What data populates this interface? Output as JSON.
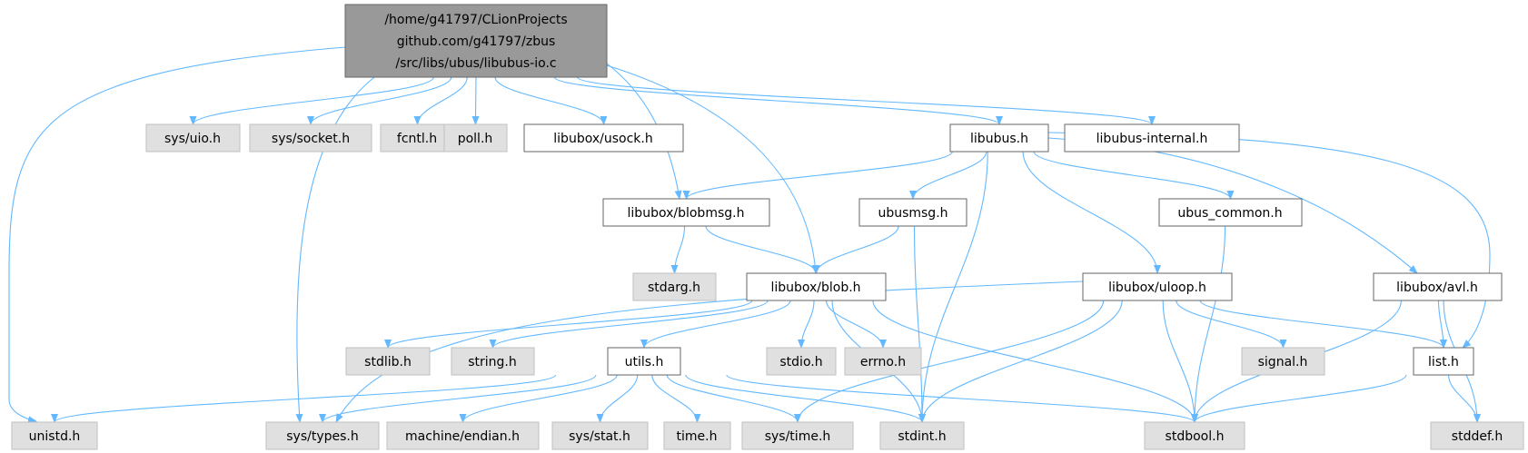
{
  "diagram": {
    "root": {
      "id": "root",
      "lines": [
        "/home/g41797/CLionProjects",
        "github.com/g41797/zbus",
        "/src/libs/ubus/libubus-io.c"
      ]
    },
    "nodes": [
      {
        "id": "sys_uio",
        "label": "sys/uio.h",
        "kind": "system"
      },
      {
        "id": "sys_socket",
        "label": "sys/socket.h",
        "kind": "system"
      },
      {
        "id": "fcntl",
        "label": "fcntl.h",
        "kind": "system"
      },
      {
        "id": "poll",
        "label": "poll.h",
        "kind": "system"
      },
      {
        "id": "usock",
        "label": "libubox/usock.h",
        "kind": "header"
      },
      {
        "id": "libubus",
        "label": "libubus.h",
        "kind": "header"
      },
      {
        "id": "libubus_internal",
        "label": "libubus-internal.h",
        "kind": "header"
      },
      {
        "id": "blobmsg",
        "label": "libubox/blobmsg.h",
        "kind": "header"
      },
      {
        "id": "ubusmsg",
        "label": "ubusmsg.h",
        "kind": "header"
      },
      {
        "id": "ubus_common",
        "label": "ubus_common.h",
        "kind": "header"
      },
      {
        "id": "stdarg",
        "label": "stdarg.h",
        "kind": "system"
      },
      {
        "id": "blob",
        "label": "libubox/blob.h",
        "kind": "header"
      },
      {
        "id": "uloop",
        "label": "libubox/uloop.h",
        "kind": "header"
      },
      {
        "id": "avl",
        "label": "libubox/avl.h",
        "kind": "header"
      },
      {
        "id": "stdlib",
        "label": "stdlib.h",
        "kind": "system"
      },
      {
        "id": "string",
        "label": "string.h",
        "kind": "system"
      },
      {
        "id": "utils",
        "label": "utils.h",
        "kind": "header"
      },
      {
        "id": "stdio",
        "label": "stdio.h",
        "kind": "system"
      },
      {
        "id": "errno",
        "label": "errno.h",
        "kind": "system"
      },
      {
        "id": "signal",
        "label": "signal.h",
        "kind": "system"
      },
      {
        "id": "list",
        "label": "list.h",
        "kind": "header"
      },
      {
        "id": "unistd",
        "label": "unistd.h",
        "kind": "system"
      },
      {
        "id": "sys_types",
        "label": "sys/types.h",
        "kind": "system"
      },
      {
        "id": "machine_endian",
        "label": "machine/endian.h",
        "kind": "system"
      },
      {
        "id": "sys_stat",
        "label": "sys/stat.h",
        "kind": "system"
      },
      {
        "id": "time",
        "label": "time.h",
        "kind": "system"
      },
      {
        "id": "sys_time",
        "label": "sys/time.h",
        "kind": "system"
      },
      {
        "id": "stdint",
        "label": "stdint.h",
        "kind": "system"
      },
      {
        "id": "stdbool",
        "label": "stdbool.h",
        "kind": "system"
      },
      {
        "id": "stddef",
        "label": "stddef.h",
        "kind": "system"
      }
    ],
    "edges": [
      [
        "root",
        "unistd"
      ],
      [
        "root",
        "sys_uio"
      ],
      [
        "root",
        "sys_socket"
      ],
      [
        "root",
        "sys_types"
      ],
      [
        "root",
        "fcntl"
      ],
      [
        "root",
        "poll"
      ],
      [
        "root",
        "usock"
      ],
      [
        "root",
        "blob"
      ],
      [
        "root",
        "blobmsg"
      ],
      [
        "root",
        "libubus"
      ],
      [
        "root",
        "libubus_internal"
      ],
      [
        "libubus",
        "blobmsg"
      ],
      [
        "libubus",
        "ubusmsg"
      ],
      [
        "libubus",
        "stdint"
      ],
      [
        "libubus",
        "uloop"
      ],
      [
        "libubus",
        "ubus_common"
      ],
      [
        "libubus",
        "avl"
      ],
      [
        "libubus",
        "list"
      ],
      [
        "blobmsg",
        "stdarg"
      ],
      [
        "blobmsg",
        "blob"
      ],
      [
        "ubusmsg",
        "blob"
      ],
      [
        "ubusmsg",
        "stdint"
      ],
      [
        "ubus_common",
        "stdbool"
      ],
      [
        "blob",
        "stdlib"
      ],
      [
        "blob",
        "string"
      ],
      [
        "blob",
        "utils"
      ],
      [
        "blob",
        "stdio"
      ],
      [
        "blob",
        "errno"
      ],
      [
        "blob",
        "stdint"
      ],
      [
        "blob",
        "stdbool"
      ],
      [
        "uloop",
        "sys_types"
      ],
      [
        "uloop",
        "sys_time"
      ],
      [
        "uloop",
        "stdint"
      ],
      [
        "uloop",
        "stdbool"
      ],
      [
        "uloop",
        "signal"
      ],
      [
        "uloop",
        "list"
      ],
      [
        "avl",
        "list"
      ],
      [
        "avl",
        "stdbool"
      ],
      [
        "avl",
        "stddef"
      ],
      [
        "list",
        "stdbool"
      ],
      [
        "list",
        "stddef"
      ],
      [
        "utils",
        "unistd"
      ],
      [
        "utils",
        "sys_types"
      ],
      [
        "utils",
        "machine_endian"
      ],
      [
        "utils",
        "sys_stat"
      ],
      [
        "utils",
        "time"
      ],
      [
        "utils",
        "sys_time"
      ],
      [
        "utils",
        "stdint"
      ],
      [
        "utils",
        "stdbool"
      ]
    ],
    "colors": {
      "edge": "#63b8ff",
      "root_fill": "#999999",
      "header_fill": "#ffffff",
      "system_fill": "#e0e0e0"
    }
  }
}
